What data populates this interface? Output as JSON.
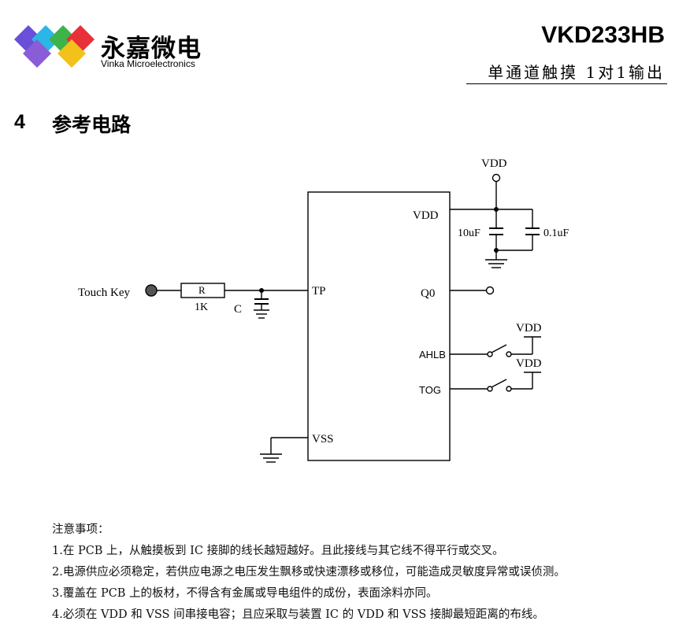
{
  "header": {
    "brand_cn": "永嘉微电",
    "brand_en": "Vinka Microelectronics",
    "part_number": "VKD233HB",
    "subtitle": "单通道触摸 1对1输出"
  },
  "section": {
    "number": "4",
    "title": "参考电路"
  },
  "circuit": {
    "labels": {
      "vdd_top": "VDD",
      "pin_vdd": "VDD",
      "cap_10uf": "10uF",
      "cap_01uf": "0.1uF",
      "touch_key": "Touch Key",
      "resistor": "R",
      "resistor_value": "1K",
      "capacitor": "C",
      "pin_tp": "TP",
      "pin_q0": "Q0",
      "pin_ahlb": "AHLB",
      "pin_tog": "TOG",
      "vdd_ahlb": "VDD",
      "vdd_tog": "VDD",
      "pin_vss": "VSS"
    }
  },
  "notes": {
    "heading": "注意事项：",
    "items": [
      "1.在 PCB 上，从触摸板到 IC 接脚的线长越短越好。且此接线与其它线不得平行或交叉。",
      "2.电源供应必须稳定，若供应电源之电压发生飘移或快速漂移或移位，可能造成灵敏度异常或误侦测。",
      "3.覆盖在 PCB 上的板材，不得含有金属或导电组件的成份，表面涂料亦同。",
      "4.必须在 VDD 和 VSS 间串接电容；且应采取与装置 IC 的 VDD 和 VSS 接脚最短距离的布线。"
    ]
  }
}
